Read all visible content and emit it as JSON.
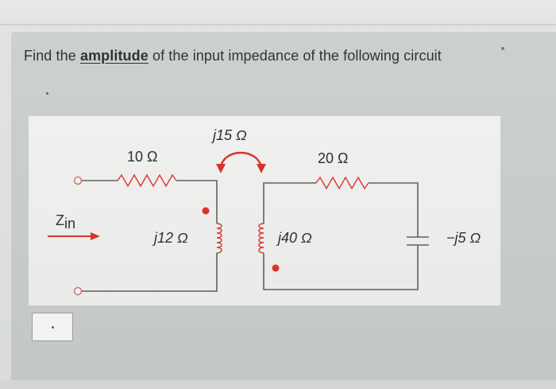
{
  "question": {
    "prefix": "Find the ",
    "emphasis": "amplitude",
    "suffix": " of the input impedance of the following circuit"
  },
  "circuit": {
    "mutual_label": "j15 Ω",
    "resistor_1_label": "10 Ω",
    "resistor_2_label": "20 Ω",
    "inductor_1_label": "j12 Ω",
    "inductor_2_label": "j40 Ω",
    "capacitor_label": "−j5 Ω",
    "input_label_main": "Z",
    "input_label_sub": "in"
  },
  "colors": {
    "wire": "#5d6063",
    "arrow": "#d8342b",
    "dot": "#d8342b",
    "text": "#2c2f33"
  },
  "answer": {
    "value": ""
  }
}
